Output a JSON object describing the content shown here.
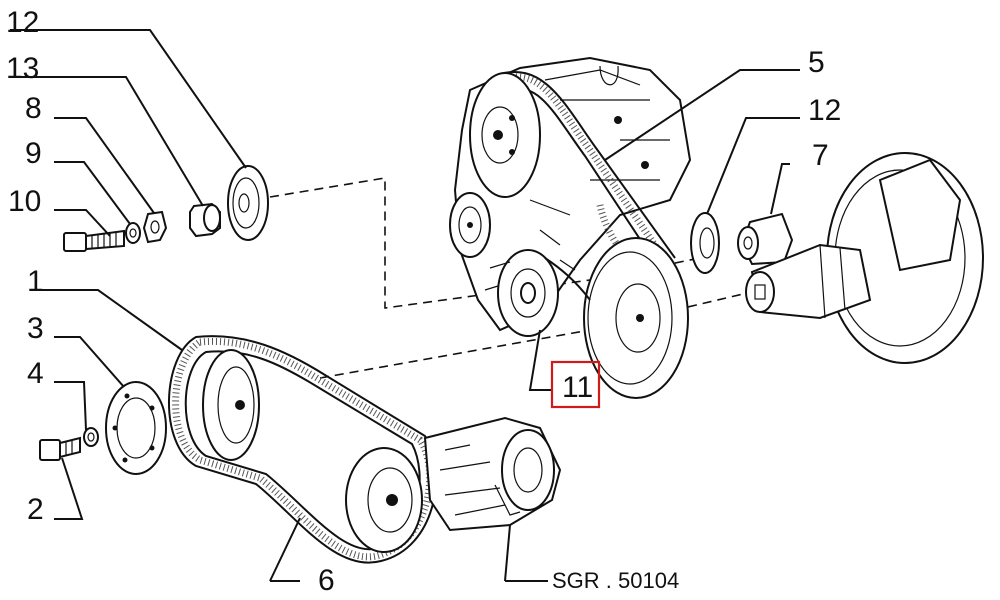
{
  "labels": {
    "l12a": "12",
    "l13": "13",
    "l8": "8",
    "l9": "9",
    "l10": "10",
    "l1": "1",
    "l3": "3",
    "l4": "4",
    "l2": "2",
    "l5": "5",
    "l12b": "12",
    "l7": "7",
    "l11": "11",
    "l6": "6"
  },
  "drawing_code": "SGR . 50104",
  "highlight": {
    "part": "11",
    "color": "#d11a1a"
  }
}
